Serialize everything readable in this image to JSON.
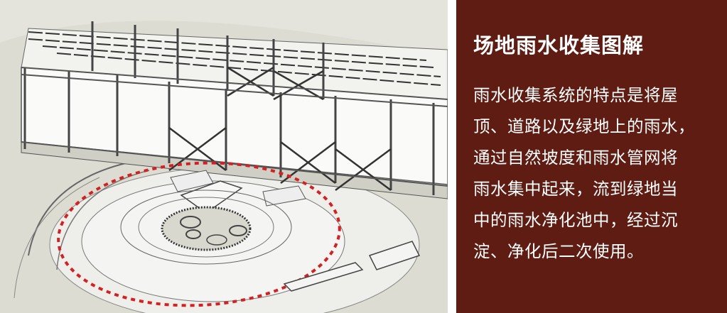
{
  "figure": {
    "description": "Isometric architectural sketch of a building with a circular plaza; rainwater purification pool highlighted with a red dashed ellipse",
    "highlight_color": "#d42020",
    "background_color": "#e4e4dc"
  },
  "panel": {
    "background_color": "#5e1c12",
    "title": "场地雨水收集图解",
    "body_lines": [
      "雨水收集系统的特点是将屋",
      "顶、道路以及绿地上的雨水，",
      "通过自然坡度和雨水管网将",
      "雨水集中起来，流到绿地当",
      "中的雨水净化池中，经过沉",
      "淀、净化后二次使用。"
    ]
  }
}
